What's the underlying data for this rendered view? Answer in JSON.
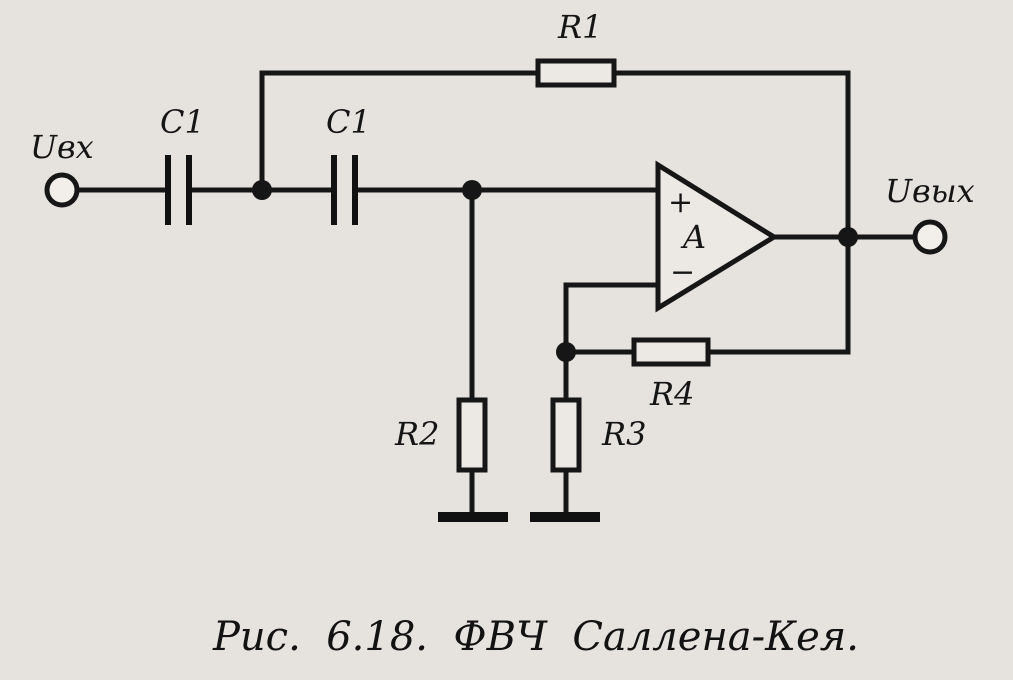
{
  "labels": {
    "input": "Uвх",
    "output": "Uвых",
    "c1_first": "C1",
    "c1_second": "C1",
    "r1": "R1",
    "r2": "R2",
    "r3": "R3",
    "r4": "R4",
    "amp": "A",
    "plus": "+",
    "minus": "−"
  },
  "caption": "Рис.  6.18.  ФВЧ  Саллена-Кея."
}
